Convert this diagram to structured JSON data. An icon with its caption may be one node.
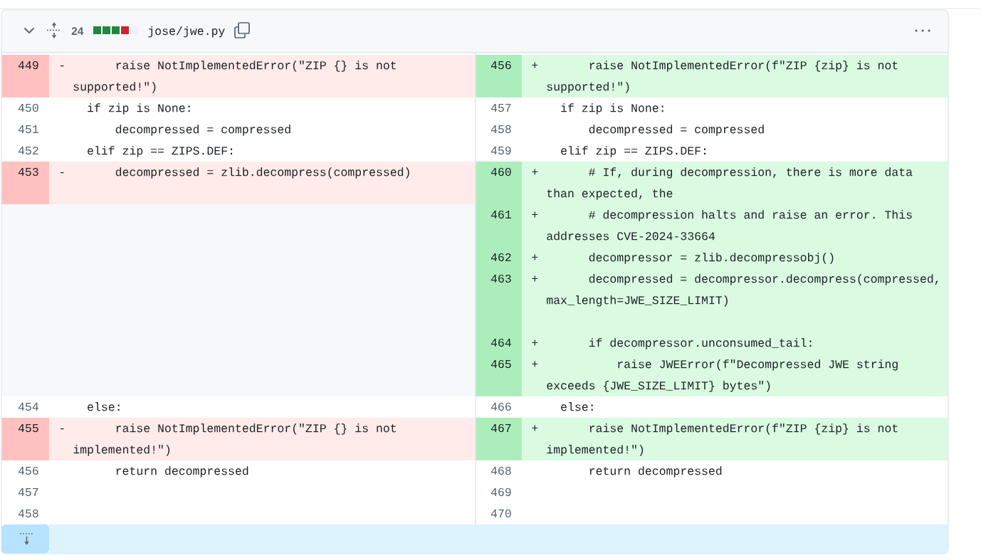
{
  "diagram": {
    "labels": [
      "24",
      "jose/jwe.py",
      "449",
      "-",
      "raise NotImplementedError(\"ZIP {} is not supported!\")",
      "456",
      "+",
      "raise NotImplementedError(f\"ZIP {zip} is not supported!\")",
      "450",
      "if zip is None:",
      "457",
      "if zip is None:",
      "451",
      "decompressed = compressed",
      "458",
      "decompressed = compressed",
      "452",
      "elif zip == ZIPS.DEF:",
      "459",
      "elif zip == ZIPS.DEF:",
      "453",
      "-",
      "decompressed = zlib.decompress(compressed)",
      "460",
      "+",
      "# If, during decompression, there is more data than expected, the",
      "461",
      "+",
      "# decompression halts and raise an error. This addresses CVE-2024-33664",
      "462",
      "+",
      "decompressor = zlib.decompressobj()",
      "463",
      "+",
      "decompressed = decompressor.decompress(compressed, max_length=JWE_SIZE_LIMIT)",
      "464",
      "+",
      "if decompressor.unconsumed_tail:",
      "465",
      "+",
      "raise JWEError(f\"Decompressed JWE string exceeds {JWE_SIZE_LIMIT} bytes\")",
      "454",
      "else:",
      "466",
      "else:",
      "455",
      "-",
      "raise NotImplementedError(\"ZIP {} is not implemented!\")",
      "467",
      "+",
      "raise NotImplementedError(f\"ZIP {zip} is not implemented!\")",
      "456",
      "return decompressed",
      "468",
      "return decompressed",
      "457",
      "469",
      "458",
      "470"
    ]
  }
}
